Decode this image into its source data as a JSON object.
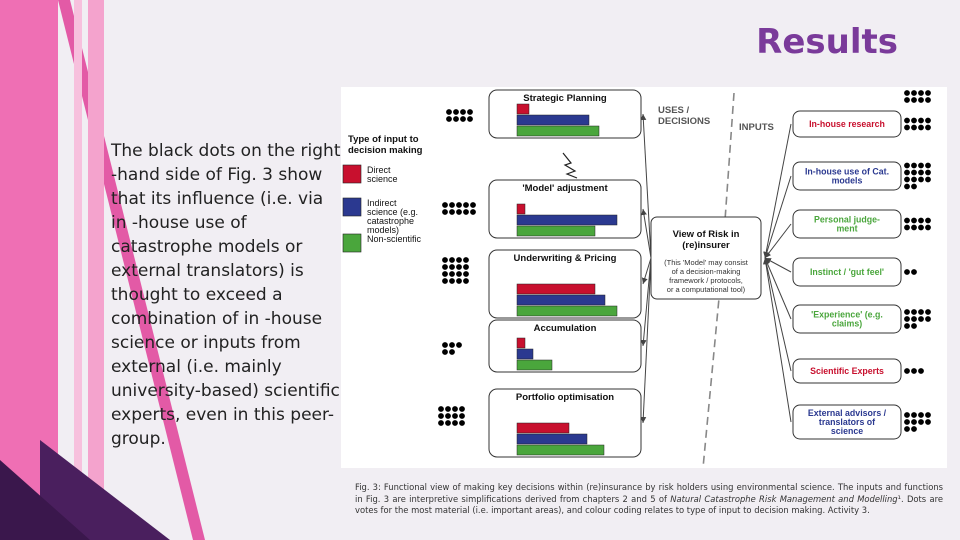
{
  "slide": {
    "title": "Results",
    "body": "The black dots on the right -hand side of Fig. 3 show that its influence (i.e. via in -house use of catastrophe models or external translators) is thought to exceed a combination of in -house science or inputs from external (i.e. mainly university-based) scientific experts, even in this peer-group.",
    "caption_a": "Fig. 3: Functional view of making key decisions within (re)insurance by risk holders using environmental science. The inputs and functions in Fig. 3 are interpretive simplifications derived from chapters 2 and 5 of ",
    "caption_book": "Natural Catastrophe Risk Management and Modelling",
    "caption_b": "¹. Dots are votes for the most material (i.e. important areas), and colour coding relates to type of input to decision making. Activity 3."
  },
  "colors": {
    "direct_science": "#c8102e",
    "indirect_science": "#2b3990",
    "non_scientific": "#4aa63c",
    "title": "#7a3a9a"
  },
  "figure": {
    "uses_label": [
      "USES /",
      "DECISIONS"
    ],
    "inputs_label": "INPUTS",
    "legend": {
      "title": [
        "Type of input to",
        "decision making"
      ],
      "items": [
        {
          "lines": [
            "Direct",
            "science"
          ],
          "color": "#c8102e"
        },
        {
          "lines": [
            "Indirect",
            "science (e.g.",
            "catastrophe",
            "models)"
          ],
          "color": "#2b3990"
        },
        {
          "lines": [
            "Non-scientific"
          ],
          "color": "#4aa63c"
        }
      ]
    },
    "center": {
      "title": [
        "View of Risk in",
        "(re)insurer"
      ],
      "note": [
        "(This 'Model' may consist",
        "of a decision-making",
        "framework / protocols,",
        "or a computational tool)"
      ]
    },
    "decisions": [
      {
        "label": "Strategic Planning",
        "votes": 8,
        "bars": [
          0.12,
          0.72,
          0.82
        ]
      },
      {
        "label": "'Model' adjustment",
        "votes": 10,
        "bars": [
          0.08,
          1.0,
          0.78
        ]
      },
      {
        "label": "Underwriting & Pricing",
        "votes": 16,
        "bars": [
          0.78,
          0.88,
          1.0
        ]
      },
      {
        "label": "Accumulation",
        "votes": 5,
        "bars": [
          0.08,
          0.16,
          0.35
        ]
      },
      {
        "label": "Portfolio optimisation",
        "votes": 12,
        "bars": [
          0.52,
          0.7,
          0.87
        ]
      }
    ],
    "inputs": [
      {
        "label": [
          "In-house research"
        ],
        "color": "#c8102e",
        "votes": 8
      },
      {
        "label": [
          "In-house use of Cat.",
          "models"
        ],
        "color": "#2b3990",
        "votes": 14
      },
      {
        "label": [
          "Personal judge-",
          "ment"
        ],
        "color": "#4aa63c",
        "votes": 8
      },
      {
        "label": [
          "Instinct / 'gut feel'"
        ],
        "color": "#4aa63c",
        "votes": 2
      },
      {
        "label": [
          "'Experience' (e.g.",
          "claims)"
        ],
        "color": "#4aa63c",
        "votes": 10
      },
      {
        "label": [
          "Scientific Experts"
        ],
        "color": "#c8102e",
        "votes": 3
      },
      {
        "label": [
          "External advisors /",
          "translators of",
          "science"
        ],
        "color": "#2b3990",
        "votes": 10
      }
    ]
  }
}
